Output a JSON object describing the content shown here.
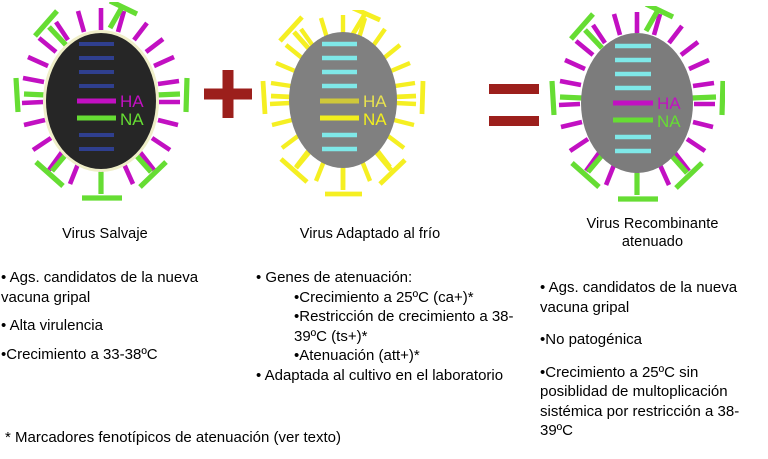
{
  "figure": {
    "title_text": "",
    "footnote": "*  Marcadores fenotípicos de atenuación (ver texto)"
  },
  "operators": {
    "plus": {
      "symbol": "+",
      "name": "plus-sign",
      "color": "#9c1f1c"
    },
    "equals": {
      "symbol": "=",
      "name": "equals-sign",
      "color": "#9c1f1c"
    }
  },
  "palette": {
    "wild_body": "#262626",
    "wild_outline": "#efeec8",
    "cold_body": "#808080",
    "recomb_body": "#7c7c7c",
    "ha_magenta": "#c210c2",
    "na_green": "#66dd33",
    "ha_yellow_dark": "#cfc83a",
    "na_yellow": "#f2ee1d",
    "spike_yellow": "#f5ef22",
    "genome_blue": "#2f3f8f",
    "genome_cyan": "#7fe8e8",
    "dark_red": "#9c1f1c",
    "background": "#ffffff"
  },
  "viruses": [
    {
      "id": "wild",
      "caption_lines": [
        "Virus Salvaje"
      ],
      "body_color": "#262626",
      "genome_color": "#2f3f8f",
      "ha_label": "HA",
      "na_label": "NA",
      "ha_color": "#c210c2",
      "na_color": "#66dd33",
      "spike_ha_color": "#c210c2",
      "spike_na_color": "#66dd33",
      "segment_count": 8
    },
    {
      "id": "cold",
      "caption_lines": [
        "Virus Adaptado al frío"
      ],
      "body_color": "#808080",
      "genome_color": "#7fe8e8",
      "ha_label": "HA",
      "na_label": "NA",
      "ha_color": "#cfc83a",
      "na_color": "#f2ee1d",
      "spike_ha_color": "#f5ef22",
      "spike_na_color": "#f5ef22",
      "segment_count": 8
    },
    {
      "id": "recomb",
      "caption_lines": [
        "Virus Recombinante",
        "atenuado"
      ],
      "body_color": "#7c7c7c",
      "genome_color": "#7fe8e8",
      "ha_label": "HA",
      "na_label": "NA",
      "ha_color": "#c210c2",
      "na_color": "#66dd33",
      "spike_ha_color": "#c210c2",
      "spike_na_color": "#66dd33",
      "segment_count": 8
    }
  ],
  "columns": {
    "wild": {
      "heading": "Virus Salvaje",
      "bullets": [
        "• Ags. candidatos de la nueva vacuna gripal",
        "• Alta virulencia",
        "•Crecimiento a 33-38ºC"
      ]
    },
    "cold": {
      "heading": "Virus Adaptado al frío",
      "bullets": [
        "• Genes de atenuación:",
        "• Adaptada al  cultivo en el laboratorio"
      ],
      "sub_bullets": [
        "•Crecimiento a 25ºC (ca+)*",
        "•Restricción de crecimiento a 38-39ºC (ts+)*",
        "•Atenuación (att+)*"
      ]
    },
    "recomb": {
      "heading_line1": "Virus Recombinante",
      "heading_line2": "atenuado",
      "bullets": [
        "• Ags. candidatos de la nueva vacuna gripal",
        "•No patogénica",
        "•Crecimiento a 25ºC sin posiblidad de multoplicación sistémica por restricción a 38-39ºC"
      ]
    }
  }
}
